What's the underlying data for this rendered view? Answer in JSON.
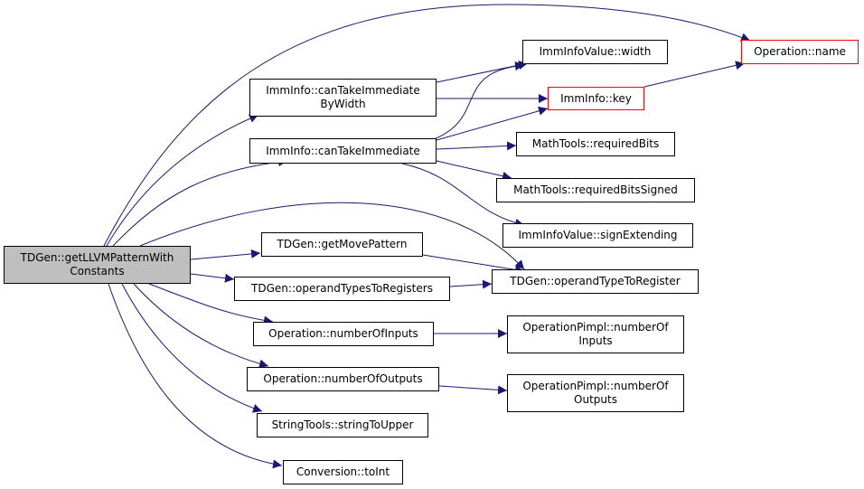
{
  "colors": {
    "edge": "#191970",
    "node_border": "#000000",
    "truncated_border": "#ff0000",
    "root_fill": "#bfbfbf"
  },
  "nodes": {
    "root": {
      "lines": [
        "TDGen::getLLVMPatternWith",
        "Constants"
      ]
    },
    "operation_name": {
      "lines": [
        "Operation::name"
      ]
    },
    "imm_width": {
      "lines": [
        "ImmInfoValue::width"
      ]
    },
    "can_take_by_width": {
      "lines": [
        "ImmInfo::canTakeImmediate",
        "ByWidth"
      ]
    },
    "imm_key": {
      "lines": [
        "ImmInfo::key"
      ]
    },
    "can_take": {
      "lines": [
        "ImmInfo::canTakeImmediate"
      ]
    },
    "required_bits": {
      "lines": [
        "MathTools::requiredBits"
      ]
    },
    "required_bits_signed": {
      "lines": [
        "MathTools::requiredBitsSigned"
      ]
    },
    "sign_extending": {
      "lines": [
        "ImmInfoValue::signExtending"
      ]
    },
    "get_move_pattern": {
      "lines": [
        "TDGen::getMovePattern"
      ]
    },
    "operand_type_to_register": {
      "lines": [
        "TDGen::operandTypeToRegister"
      ]
    },
    "operand_types_to_registers": {
      "lines": [
        "TDGen::operandTypesToRegisters"
      ]
    },
    "number_of_inputs": {
      "lines": [
        "Operation::numberOfInputs"
      ]
    },
    "pimpl_number_of_inputs": {
      "lines": [
        "OperationPimpl::numberOf",
        "Inputs"
      ]
    },
    "number_of_outputs": {
      "lines": [
        "Operation::numberOfOutputs"
      ]
    },
    "pimpl_number_of_outputs": {
      "lines": [
        "OperationPimpl::numberOf",
        "Outputs"
      ]
    },
    "string_to_upper": {
      "lines": [
        "StringTools::stringToUpper"
      ]
    },
    "to_int": {
      "lines": [
        "Conversion::toInt"
      ]
    }
  }
}
